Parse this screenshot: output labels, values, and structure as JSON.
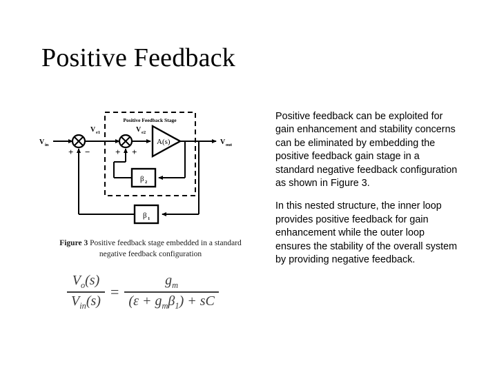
{
  "slide": {
    "title": "Positive Feedback"
  },
  "diagram": {
    "stage_box_label": "Positive Feedback Stage",
    "input_label": "V",
    "input_label_sub": "in",
    "error1_label": "V",
    "error1_label_sub": "e1",
    "error2_label": "V",
    "error2_label_sub": "e2",
    "output_label": "V",
    "output_label_sub": "out",
    "amplifier_label": "A(s)",
    "inner_feedback_block": "β",
    "inner_feedback_block_sub": "2",
    "outer_feedback_block": "β",
    "outer_feedback_block_sub": "1",
    "sum1_sign_left": "+",
    "sum1_sign_bottom": "−",
    "sum2_sign_left": "+",
    "sum2_sign_bottom": "+",
    "line_color": "#000000",
    "background_color": "#ffffff"
  },
  "caption": {
    "label": "Figure 3",
    "text": "Positive feedback stage embedded in a standard negative feedback configuration"
  },
  "equation": {
    "lhs_numerator_var": "V",
    "lhs_numerator_sub": "o",
    "lhs_numerator_arg": "(s)",
    "lhs_denominator_var": "V",
    "lhs_denominator_sub": "in",
    "lhs_denominator_arg": "(s)",
    "equals": "=",
    "rhs_numerator": "g",
    "rhs_numerator_sub": "m",
    "rhs_denominator": "(ε + gₘβ₁) + sC",
    "rhs_den_open": "(",
    "rhs_den_epsilon": "ε",
    "rhs_den_plus1": "+",
    "rhs_den_g": "g",
    "rhs_den_g_sub": "m",
    "rhs_den_beta": "β",
    "rhs_den_beta_sub": "1",
    "rhs_den_close": ")",
    "rhs_den_plus2": "+",
    "rhs_den_sC": "sC"
  },
  "body": {
    "paragraph_1": "Positive feedback can be exploited for gain enhancement and stability concerns can be eliminated by embedding the positive feedback gain stage in a standard negative feedback configuration as shown in Figure 3.",
    "paragraph_2": "In this nested structure, the inner loop provides positive feedback for gain enhancement while the outer loop ensures the stability of the overall system by providing negative feedback."
  }
}
